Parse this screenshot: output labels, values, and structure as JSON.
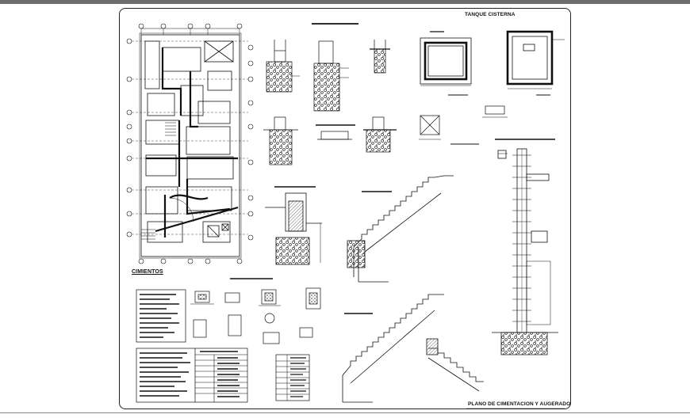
{
  "labels": {
    "tank_title": "TANQUE CISTERNA",
    "cimientos": "CIMIENTOS",
    "plan_title": "PLANO DE CIMENTACION Y AUGERADO"
  },
  "colors": {
    "line": "#111111",
    "sheet_border": "#222222",
    "hatch": "#333333",
    "top_bar": "#6e6e6e"
  }
}
